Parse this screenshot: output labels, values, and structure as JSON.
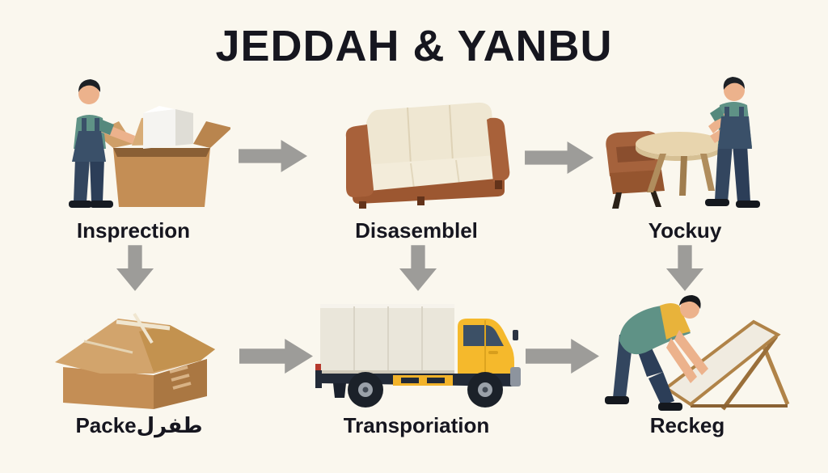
{
  "title": "JEDDAH & YANBU",
  "background_color": "#faf7ee",
  "title_color": "#16161f",
  "label_color": "#16161f",
  "arrow_color": "#9d9c99",
  "palette": {
    "cardboard": "#c48e55",
    "cardboard_dark": "#aa7742",
    "cardboard_light": "#d7a973",
    "sofa_brown": "#a8613a",
    "cushion_cream": "#efe7d2",
    "truck_yellow": "#f5b92c",
    "chassis_dark": "#222a37",
    "shirt_teal": "#5f9286",
    "overalls_navy": "#3a5069",
    "skin": "#ecb28c",
    "vest_yellow": "#e8b33b"
  },
  "steps": [
    {
      "id": "step-1",
      "label": "Insprection",
      "illustration": "worker-packing-open-cardboard-box",
      "row": 1,
      "col": 1
    },
    {
      "id": "step-2",
      "label": "Disasemblel",
      "illustration": "three-seat-sofa",
      "row": 1,
      "col": 2
    },
    {
      "id": "step-3",
      "label": "Yockuy",
      "illustration": "worker-moving-round-table-with-armchair",
      "row": 1,
      "col": 3
    },
    {
      "id": "step-4",
      "label": "Packeطفرل",
      "illustration": "sealed-cardboard-box",
      "row": 2,
      "col": 1
    },
    {
      "id": "step-5",
      "label": "Transporiation",
      "illustration": "yellow-box-truck",
      "row": 2,
      "col": 2
    },
    {
      "id": "step-6",
      "label": "Reckeg",
      "illustration": "worker-assembling-folding-table",
      "row": 2,
      "col": 3
    }
  ],
  "connections": [
    {
      "from": "step-1",
      "to": "step-2",
      "direction": "right"
    },
    {
      "from": "step-2",
      "to": "step-3",
      "direction": "right"
    },
    {
      "from": "step-1",
      "to": "step-4",
      "direction": "down"
    },
    {
      "from": "step-2",
      "to": "step-5",
      "direction": "down"
    },
    {
      "from": "step-3",
      "to": "step-6",
      "direction": "down"
    },
    {
      "from": "step-4",
      "to": "step-5",
      "direction": "right"
    },
    {
      "from": "step-5",
      "to": "step-6",
      "direction": "right"
    }
  ]
}
